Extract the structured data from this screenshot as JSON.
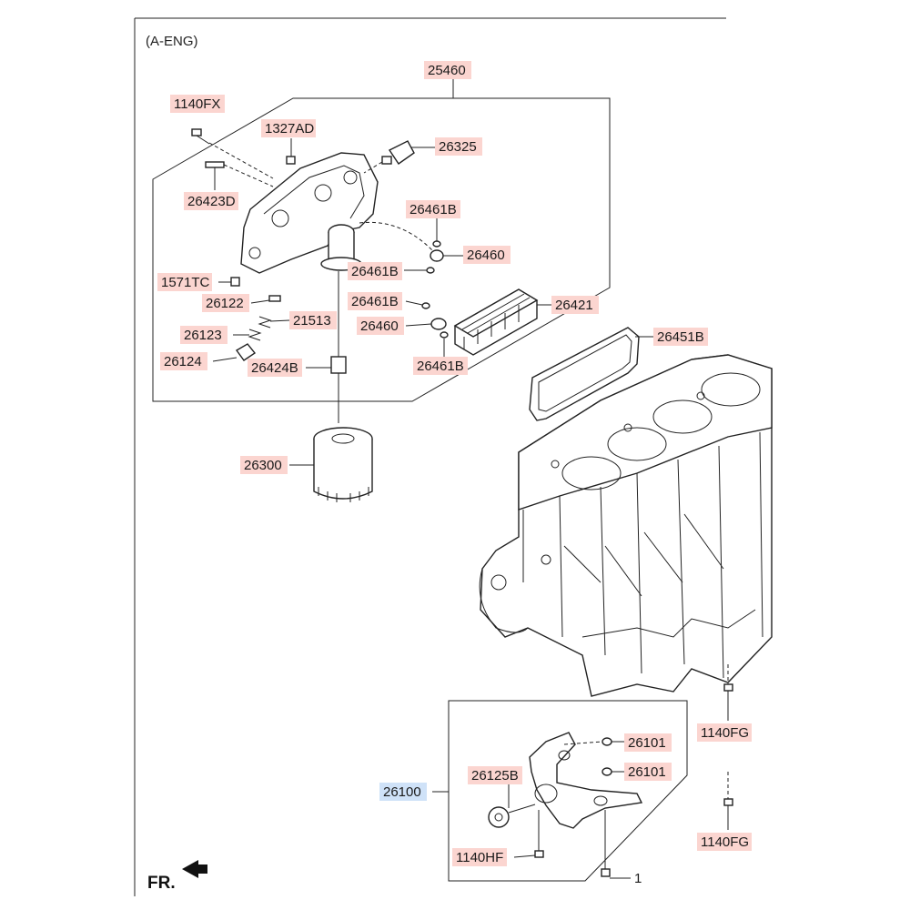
{
  "header": {
    "variant": "(A-ENG)"
  },
  "direction_marker": {
    "text": "FR."
  },
  "colors": {
    "label_bg": "#fbd5d0",
    "highlight_bg": "#cfe2f8",
    "line": "#222222"
  },
  "labels": {
    "l25460": "25460",
    "l1140FX": "1140FX",
    "l1327AD": "1327AD",
    "l26325": "26325",
    "l26423D": "26423D",
    "l26461B_a": "26461B",
    "l26460_a": "26460",
    "l26461B_b": "26461B",
    "l1571TC": "1571TC",
    "l26122": "26122",
    "l21513": "21513",
    "l26461B_c": "26461B",
    "l26421": "26421",
    "l26460_b": "26460",
    "l26123": "26123",
    "l26451B": "26451B",
    "l26124": "26124",
    "l26424B": "26424B",
    "l26461B_d": "26461B",
    "l26300": "26300",
    "l1140FG_a": "1140FG",
    "l26101_a": "26101",
    "l26101_b": "26101",
    "l26125B": "26125B",
    "l26100": "26100",
    "l1140FG_b": "1140FG",
    "l1140HF": "1140HF",
    "l1": "1"
  }
}
